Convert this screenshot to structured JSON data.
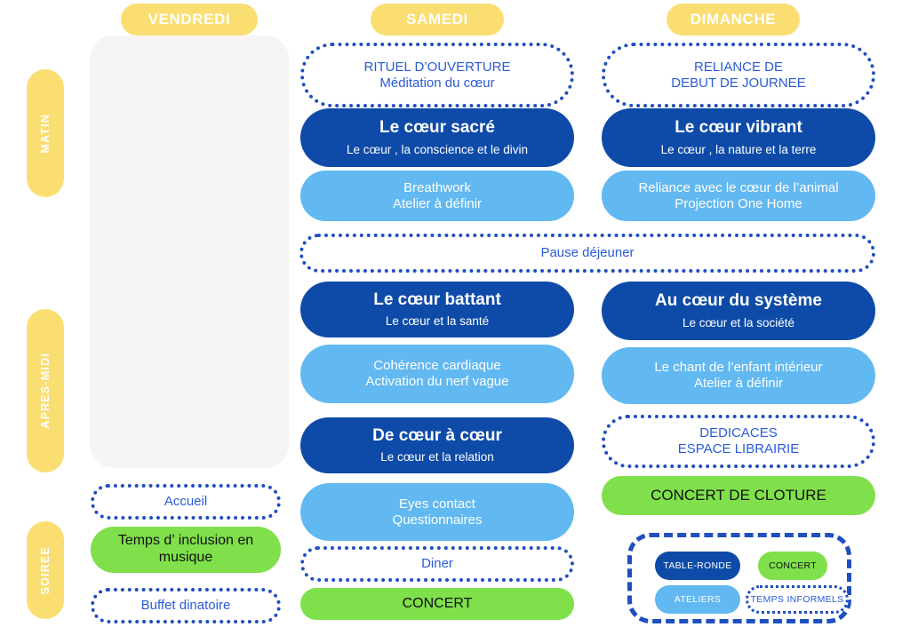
{
  "days": [
    {
      "id": "vendredi",
      "label": "VENDREDI"
    },
    {
      "id": "samedi",
      "label": "SAMEDI"
    },
    {
      "id": "dimanche",
      "label": "DIMANCHE"
    }
  ],
  "time_labels": [
    {
      "id": "matin",
      "label": "MATIN"
    },
    {
      "id": "apres-midi",
      "label": "APRES-MIDI"
    },
    {
      "id": "soiree",
      "label": "SOIREE"
    }
  ],
  "shared": {
    "lunch": {
      "title": "Pause déjeuner",
      "type": "informel"
    }
  },
  "samedi_blocks": [
    {
      "type": "informel",
      "title": "RITUEL D’OUVERTURE",
      "sub": "Méditation du cœur"
    },
    {
      "type": "table-ronde",
      "title": "Le cœur sacré",
      "sub": "Le cœur , la conscience et le divin"
    },
    {
      "type": "atelier",
      "title": "Breathwork",
      "sub": "Atelier à définir"
    },
    {
      "type": "table-ronde",
      "title": "Le cœur battant",
      "sub": "Le cœur et la santé"
    },
    {
      "type": "atelier",
      "title": "Cohérence cardiaque",
      "sub": "Activation du nerf vague"
    },
    {
      "type": "table-ronde",
      "title": "De cœur à cœur",
      "sub": "Le cœur et la relation"
    },
    {
      "type": "atelier",
      "title": "Eyes contact",
      "sub": "Questionnaires"
    },
    {
      "type": "informel",
      "title": "Diner",
      "sub": ""
    },
    {
      "type": "concert",
      "title": "CONCERT",
      "sub": ""
    }
  ],
  "dimanche_blocks": [
    {
      "type": "informel",
      "title": "RELIANCE DE",
      "sub": "DEBUT DE JOURNEE"
    },
    {
      "type": "table-ronde",
      "title": "Le cœur vibrant",
      "sub": "Le cœur , la nature et la terre"
    },
    {
      "type": "atelier",
      "title": "Reliance avec le cœur de l’animal",
      "sub": "Projection One Home"
    },
    {
      "type": "table-ronde",
      "title": "Au cœur du système",
      "sub": "Le cœur et la société"
    },
    {
      "type": "atelier",
      "title": "Le chant de l’enfant intérieur",
      "sub": "Atelier à définir"
    },
    {
      "type": "informel",
      "title": "DEDICACES",
      "sub": "ESPACE LIBRAIRIE"
    },
    {
      "type": "concert",
      "title": "CONCERT DE CLOTURE",
      "sub": ""
    }
  ],
  "vendredi_blocks": [
    {
      "type": "informel",
      "title": "Accueil",
      "sub": ""
    },
    {
      "type": "concert",
      "title": "Temps d’ inclusion en",
      "sub": "musique"
    },
    {
      "type": "informel",
      "title": "Buffet dinatoire",
      "sub": ""
    }
  ],
  "legend": {
    "items": [
      {
        "id": "table-ronde",
        "label": "TABLE-RONDE",
        "type": "table-ronde"
      },
      {
        "id": "concert",
        "label": "CONCERT",
        "type": "concert"
      },
      {
        "id": "ateliers",
        "label": "ATELIERS",
        "type": "atelier"
      },
      {
        "id": "temps-informels",
        "label": "TEMPS INFORMELS",
        "type": "informel"
      }
    ]
  },
  "colors": {
    "yellow": "#FBDE72",
    "dark_blue": "#0E4BA8",
    "light_blue": "#62B8F0",
    "green": "#7FE04B",
    "dotted_blue": "#1F4FBF",
    "panel_gray": "#F6F5F3",
    "text_blue": "#2A5BD7"
  }
}
